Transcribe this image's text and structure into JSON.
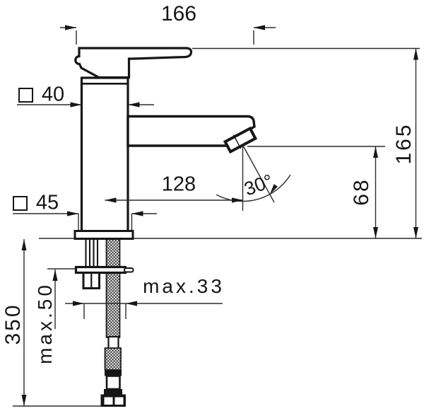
{
  "drawing": {
    "type": "technical-dimension-drawing",
    "subject": "single-lever basin mixer faucet, side view",
    "unit": "mm",
    "line_color": "#161616",
    "background": "#ffffff",
    "labels": {
      "overall_length": "166",
      "overall_height": "165",
      "spout_height": "68",
      "spout_reach": "128",
      "spray_angle": "30°",
      "body_section": "40",
      "base_section": "45",
      "max_counter_thickness": "max.33",
      "max_clamp_range": "max.50",
      "hose_length": "350"
    }
  }
}
